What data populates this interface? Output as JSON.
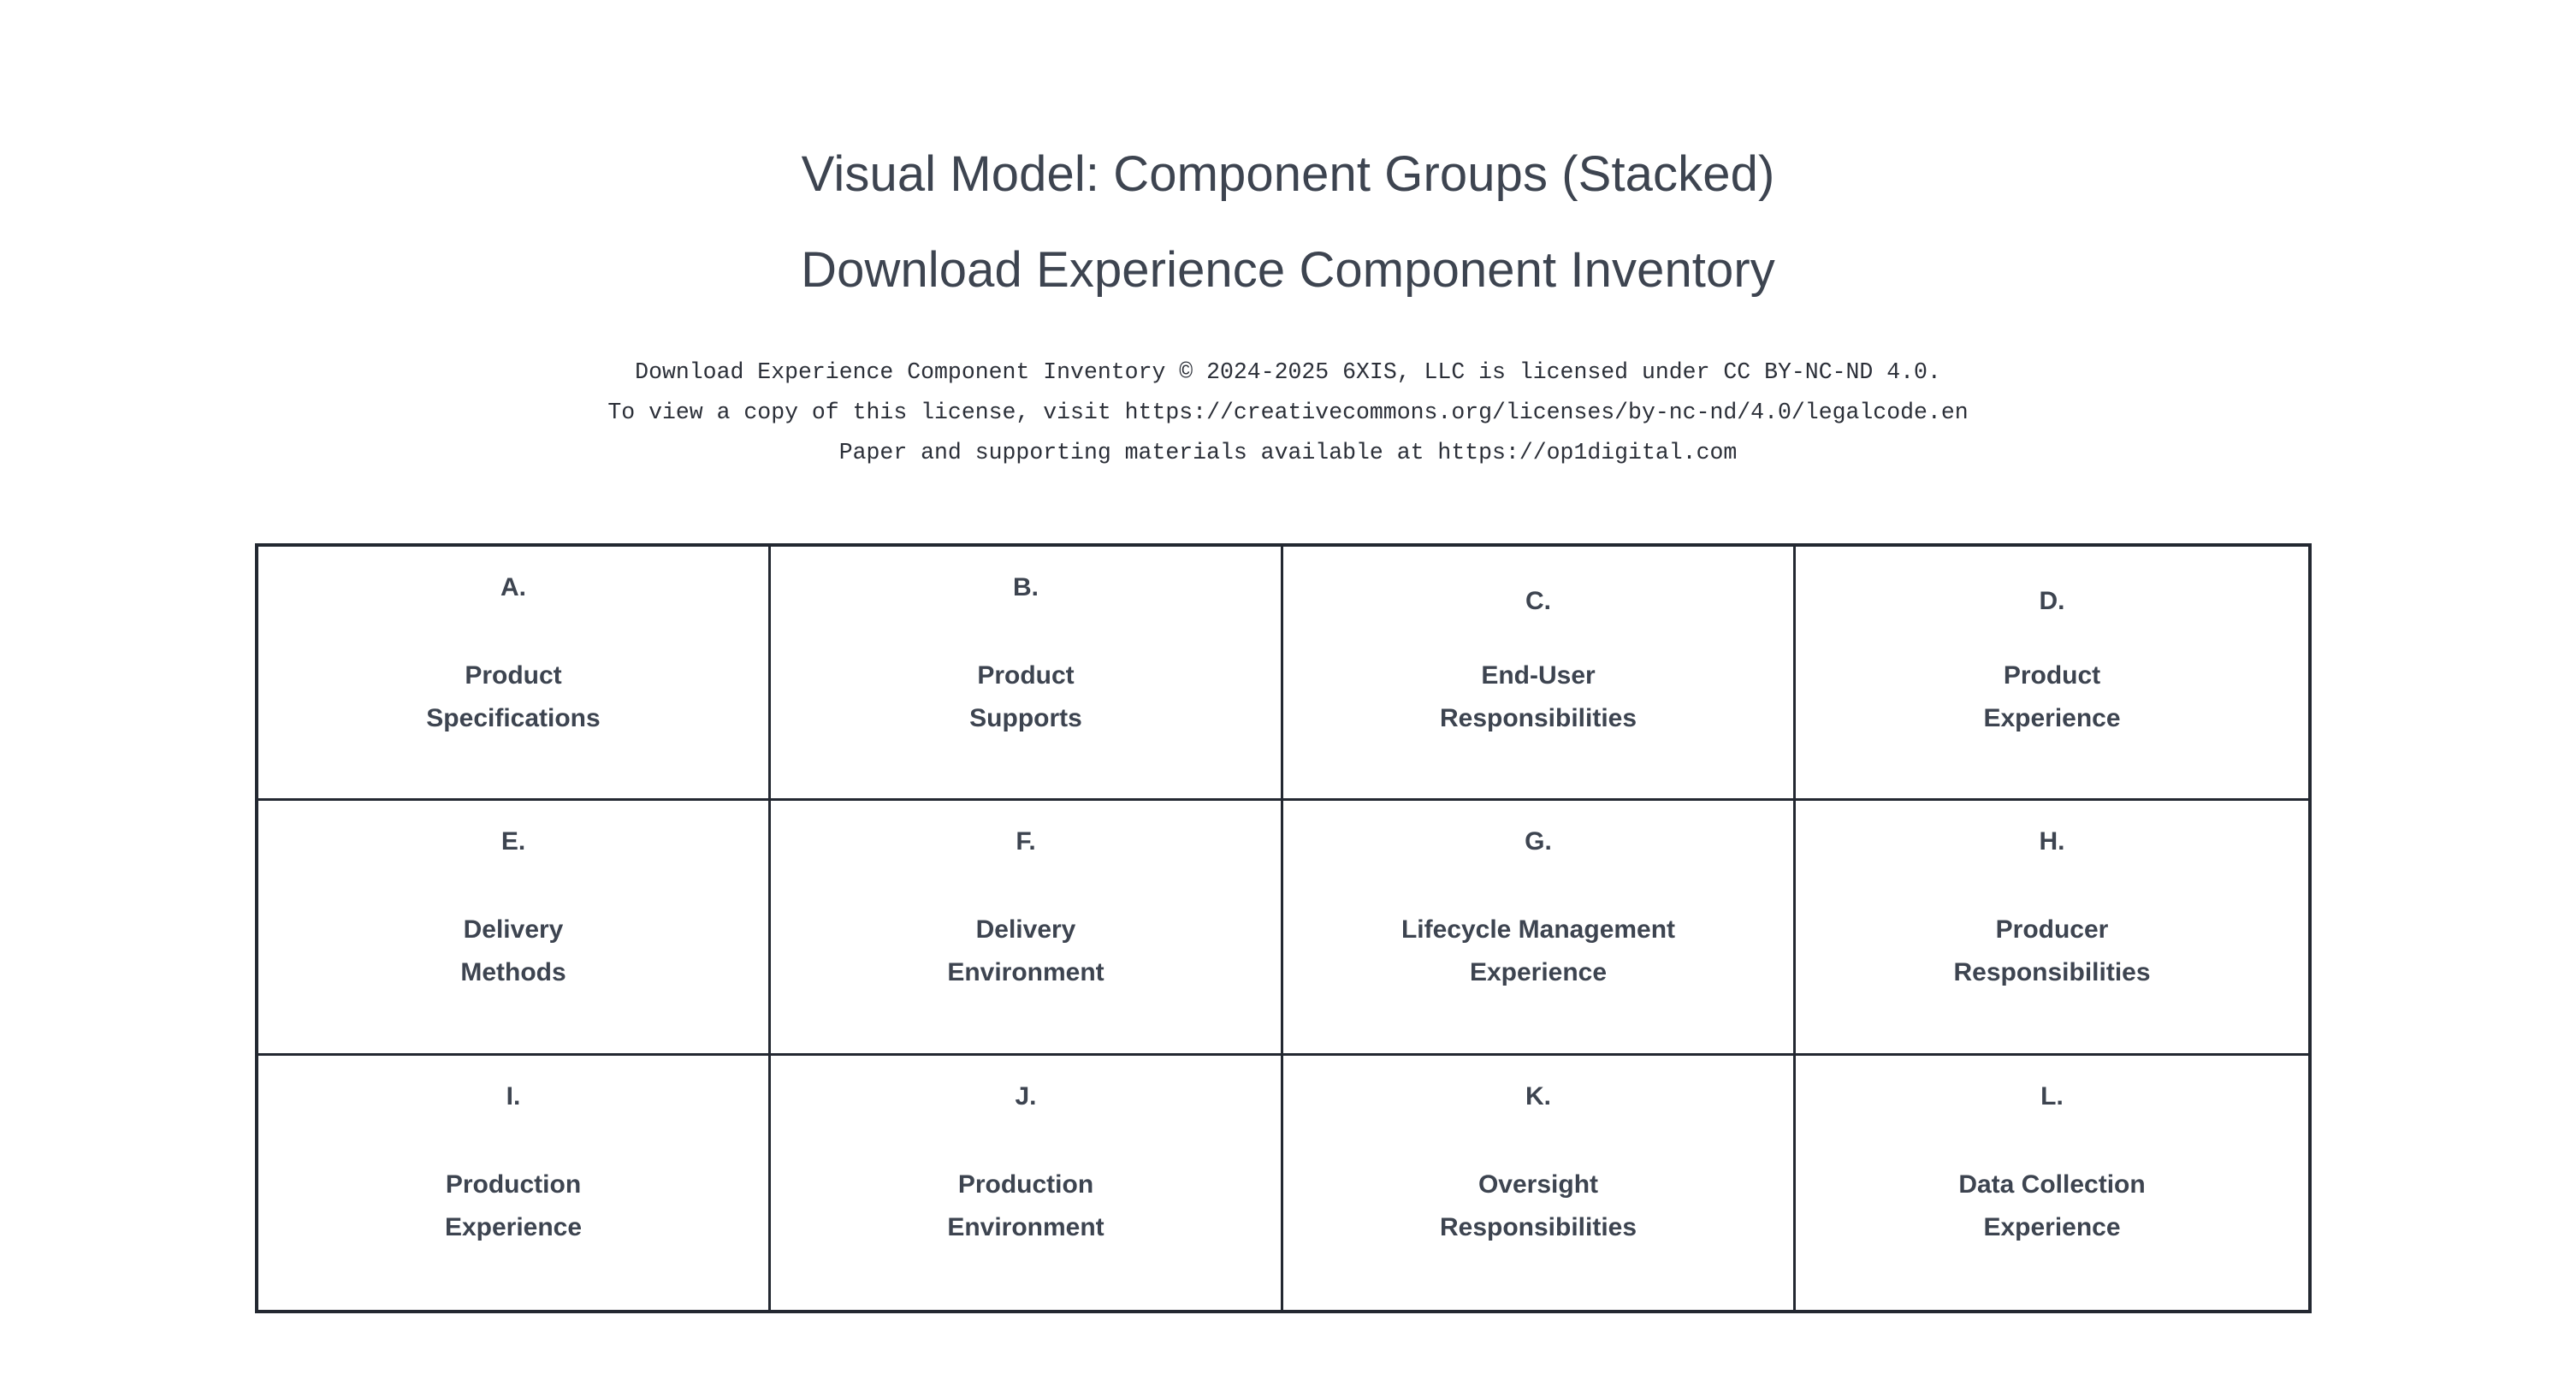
{
  "page": {
    "background": "#ffffff",
    "text_color": "#3d4450",
    "border_color": "#232831"
  },
  "title": {
    "line1": "Visual Model: Component Groups (Stacked)",
    "line2": "Download Experience Component Inventory"
  },
  "license": {
    "line1": "Download Experience Component Inventory © 2024-2025 6XIS, LLC is licensed under CC BY-NC-ND 4.0.",
    "line2": "To view a copy of this license, visit https://creativecommons.org/licenses/by-nc-nd/4.0/legalcode.en",
    "line3": "Paper and supporting materials available at https://op1digital.com"
  },
  "grid": {
    "columns": 4,
    "rows": 3,
    "cells": [
      {
        "letter": "A.",
        "title": "Product\nSpecifications"
      },
      {
        "letter": "B.",
        "title": "Product\nSupports"
      },
      {
        "letter": "C.",
        "title": "End-User\nResponsibilities"
      },
      {
        "letter": "D.",
        "title": "Product\nExperience"
      },
      {
        "letter": "E.",
        "title": "Delivery\nMethods"
      },
      {
        "letter": "F.",
        "title": "Delivery\nEnvironment"
      },
      {
        "letter": "G.",
        "title": "Lifecycle Management\nExperience"
      },
      {
        "letter": "H.",
        "title": "Producer\nResponsibilities"
      },
      {
        "letter": "I.",
        "title": "Production\nExperience"
      },
      {
        "letter": "J.",
        "title": "Production\nEnvironment"
      },
      {
        "letter": "K.",
        "title": "Oversight\nResponsibilities"
      },
      {
        "letter": "L.",
        "title": "Data Collection\nExperience"
      }
    ]
  }
}
